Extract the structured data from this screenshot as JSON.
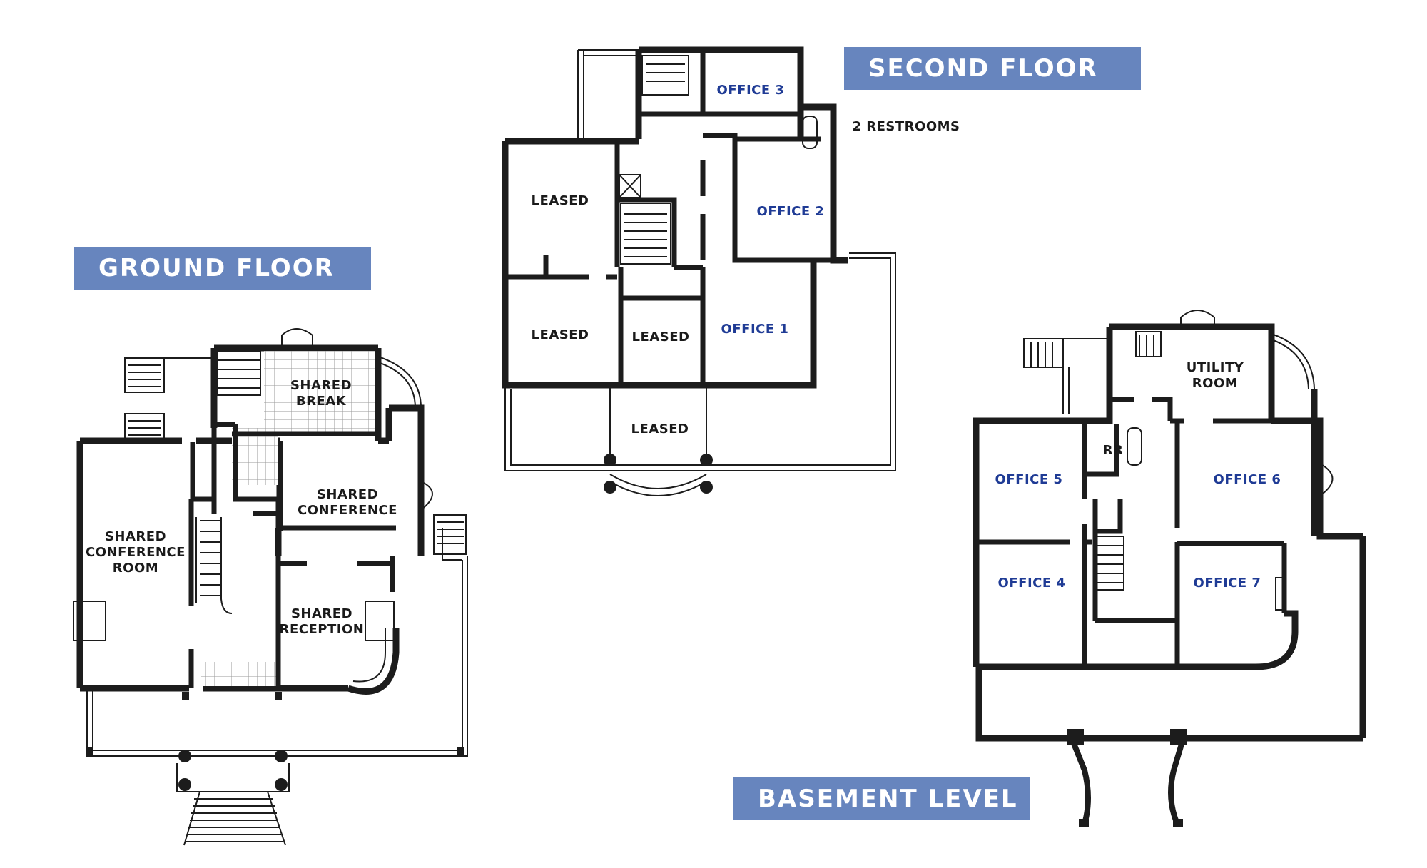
{
  "floors": {
    "ground": {
      "title": "GROUND FLOOR"
    },
    "second": {
      "title": "SECOND FLOOR"
    },
    "basement": {
      "title": "BASEMENT LEVEL"
    }
  },
  "rooms": {
    "ground": {
      "shared_break": "SHARED\nBREAK",
      "shared_conference": "SHARED\nCONFERENCE",
      "shared_conference_room": "SHARED\nCONFERENCE\nROOM",
      "shared_reception": "SHARED\nRECEPTION"
    },
    "second": {
      "office_3": "OFFICE 3",
      "restrooms_note": "2 RESTROOMS",
      "leased_top": "LEASED",
      "office_2": "OFFICE 2",
      "leased_mid": "LEASED",
      "leased_center": "LEASED",
      "office_1": "OFFICE 1",
      "leased_porch": "LEASED"
    },
    "basement": {
      "utility_room": "UTILITY\nROOM",
      "rr": "RR",
      "office_5": "OFFICE 5",
      "office_6": "OFFICE 6",
      "office_4": "OFFICE 4",
      "office_7": "OFFICE 7"
    }
  },
  "colors": {
    "banner": "#6785be",
    "wall": "#1c1c1c",
    "blue_label": "#1f3b95",
    "black_label": "#1a1a1a"
  }
}
